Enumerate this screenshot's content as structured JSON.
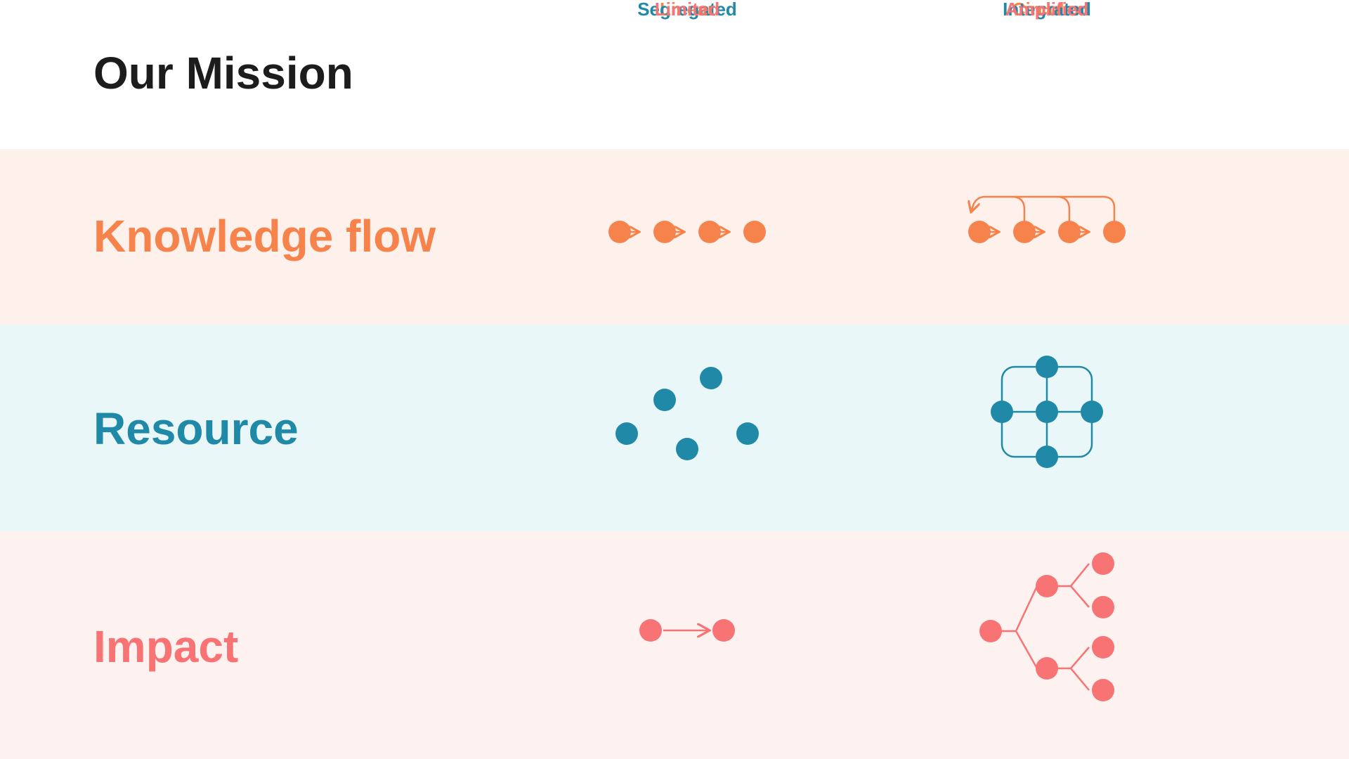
{
  "page": {
    "title": "Our Mission"
  },
  "rows": {
    "knowledge_flow": {
      "label": "Knowledge flow",
      "color": "#f7834c",
      "background": "#fef0eb",
      "left_caption": "Linear",
      "right_caption": "Circular"
    },
    "resource": {
      "label": "Resource",
      "color": "#2189a8",
      "background": "#e9f7f8",
      "left_caption": "Segregated",
      "right_caption": "Integrated"
    },
    "impact": {
      "label": "Impact",
      "color": "#f87373",
      "background": "#fef2f1",
      "left_caption": "Limited",
      "right_caption": "Amplified"
    }
  }
}
